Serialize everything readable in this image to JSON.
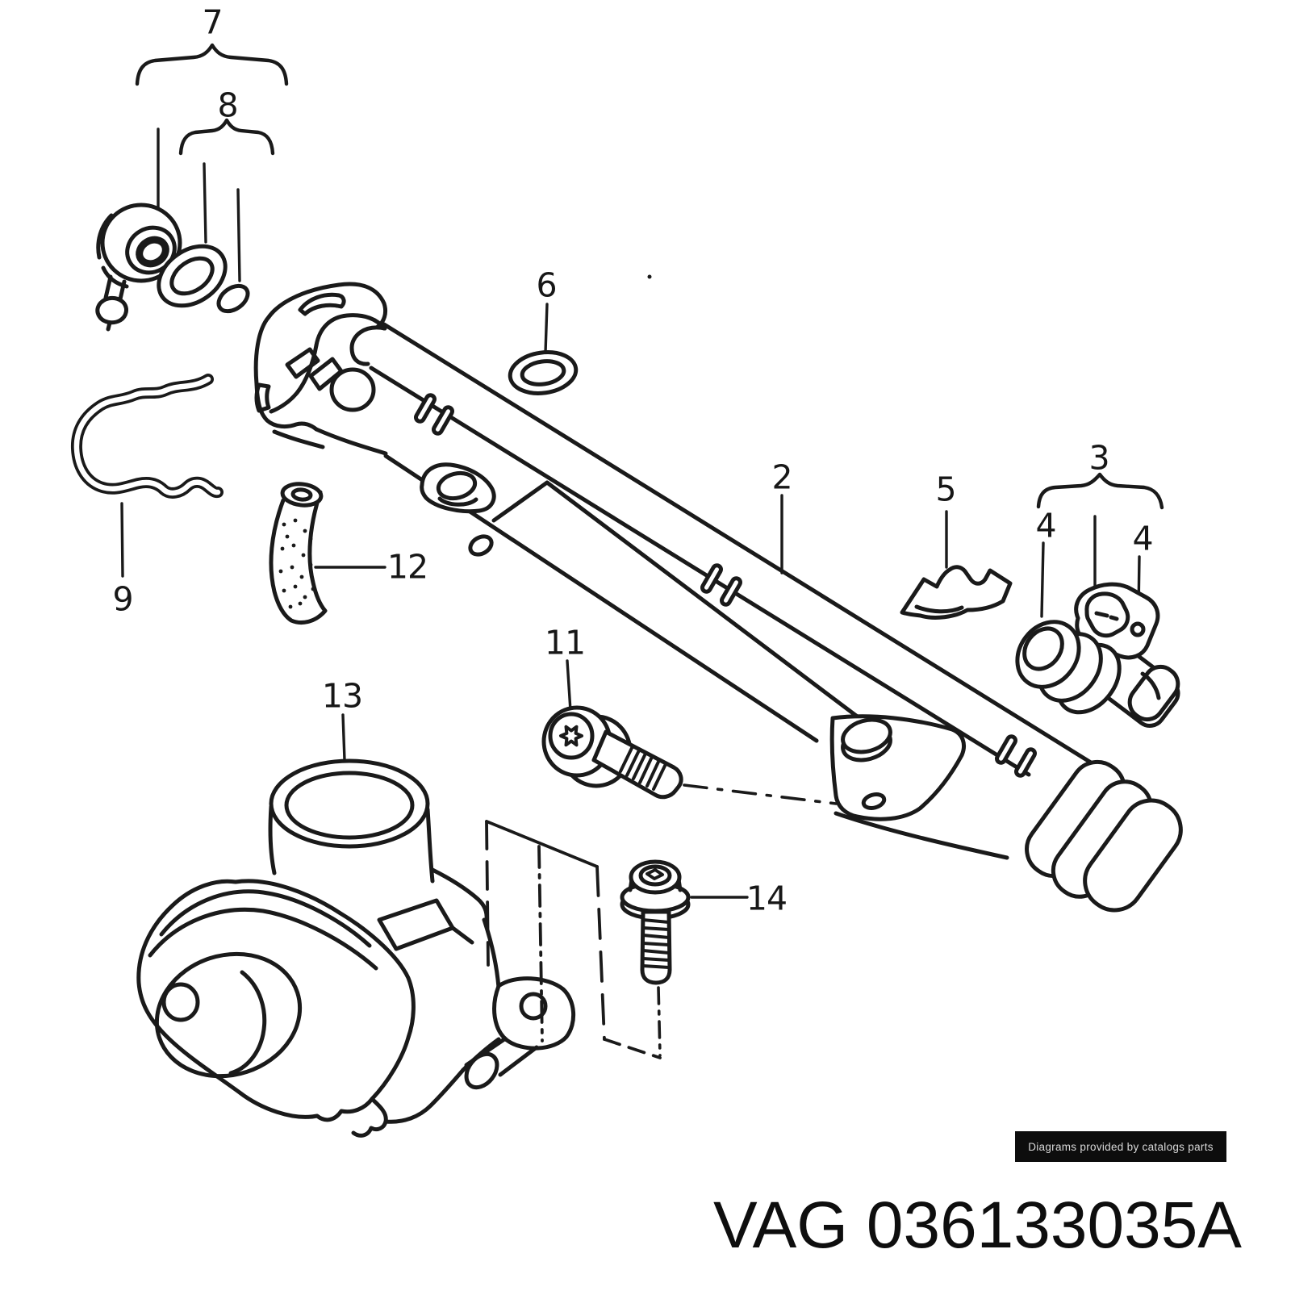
{
  "diagram": {
    "part_number": "VAG 036133035A",
    "watermark": "Diagrams provided by catalogs parts",
    "colors": {
      "line": "#1a1a1a",
      "background": "#ffffff",
      "watermark_bg": "#0d0d0d",
      "watermark_text": "#d9d9d9",
      "label_text": "#171717"
    },
    "callouts": [
      {
        "id": "7",
        "label": "7"
      },
      {
        "id": "8",
        "label": "8"
      },
      {
        "id": "6",
        "label": "6"
      },
      {
        "id": "2",
        "label": "2"
      },
      {
        "id": "5",
        "label": "5"
      },
      {
        "id": "3",
        "label": "3"
      },
      {
        "id": "4a",
        "label": "4"
      },
      {
        "id": "4b",
        "label": "4"
      },
      {
        "id": "9",
        "label": "9"
      },
      {
        "id": "12",
        "label": "12"
      },
      {
        "id": "11",
        "label": "11"
      },
      {
        "id": "13",
        "label": "13"
      },
      {
        "id": "14",
        "label": "14"
      }
    ]
  }
}
